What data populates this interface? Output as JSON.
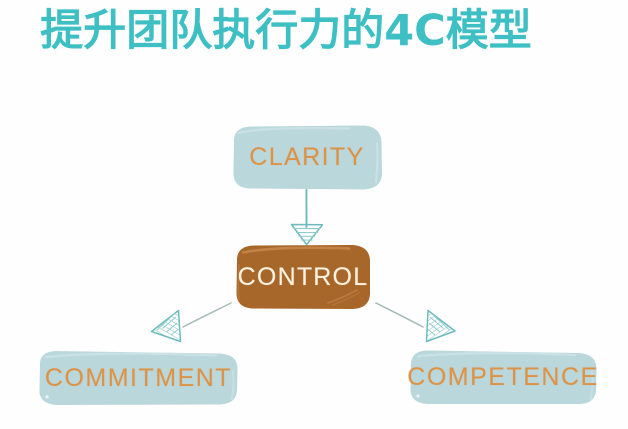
{
  "page": {
    "title": "提升团队执行力的4C模型",
    "background_color": "#fefefe"
  },
  "theme": {
    "title_color": "#3dbfc4",
    "node_fill_light": "#bad7dc",
    "node_fill_accent": "#a8672a",
    "node_text_orange": "#dd9346",
    "node_text_cream": "#fcf3e2",
    "arrow_color": "#74bdbf"
  },
  "diagram": {
    "type": "hierarchy",
    "nodes": [
      {
        "id": "clarity",
        "label": "CLARITY",
        "style": "light",
        "role": "top"
      },
      {
        "id": "control",
        "label": "CONTROL",
        "style": "accent",
        "role": "center"
      },
      {
        "id": "commitment",
        "label": "COMMITMENT",
        "style": "light",
        "role": "bottom-left"
      },
      {
        "id": "competence",
        "label": "COMPETENCE",
        "style": "light",
        "role": "bottom-right"
      }
    ],
    "edges": [
      {
        "from": "clarity",
        "to": "control",
        "direction": "down"
      },
      {
        "from": "control",
        "to": "commitment",
        "direction": "down-left"
      },
      {
        "from": "control",
        "to": "competence",
        "direction": "down-right"
      }
    ]
  }
}
